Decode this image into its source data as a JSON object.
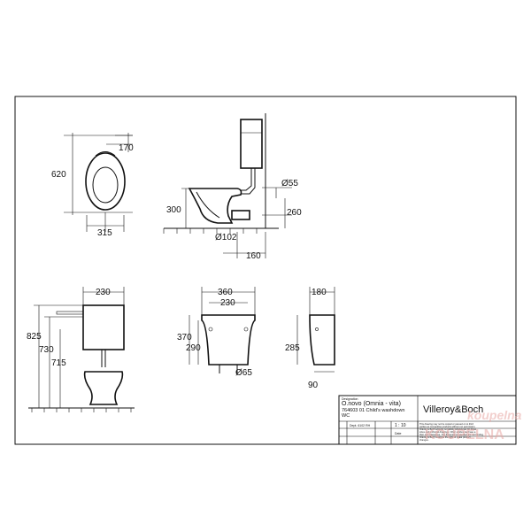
{
  "top_view_dims": {
    "length": "620",
    "depth": "170",
    "width": "315"
  },
  "side_view_dims": {
    "height": "300",
    "outlet_diameter": "Ø55",
    "outlet_height": "260",
    "inlet_diameter": "Ø102",
    "offset": "160"
  },
  "front_view_dims": {
    "cistern_width": "230",
    "total_height": "825",
    "height_2": "730",
    "height_3": "715"
  },
  "cover_front_dims": {
    "width_outer": "360",
    "width_inner": "230",
    "height_outer": "370",
    "height_inner": "290",
    "pipe_diameter": "Ø65"
  },
  "cover_side_dims": {
    "depth": "180",
    "height": "285",
    "bottom": "90"
  },
  "title_block": {
    "label_small": "Designation",
    "product_name": "O.novo (Omnia - vita)",
    "product_code": "764603 01 Child's washdown",
    "product_type": "WC",
    "brand": "Villeroy&Boch",
    "scale_label": "1 : 10",
    "date_label": "Date",
    "dept_label": "Dept. 6102 RH",
    "notes": [
      "This drawing may not be copied or passed on to third",
      "parties as competitive products without our permission.",
      "Villeroy & Boch accepts no liability whatsoever for these",
      "sizes and technical drawings. Other articles can have a",
      "their own tolerances. The dimensions indicated are not binding.",
      "Villeroy & Boch reserves the right to make product",
      "changes."
    ]
  },
  "watermark": {
    "line1": "koupelna",
    "line2": "KOUPELNA"
  }
}
